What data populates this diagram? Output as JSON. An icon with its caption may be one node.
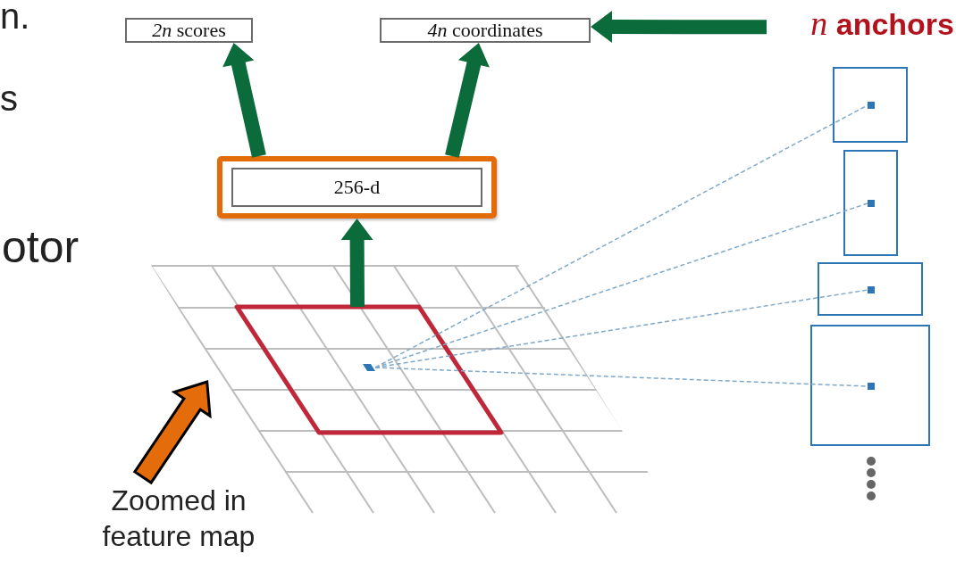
{
  "diagram": {
    "nodes": [
      {
        "text": [
          "*2n* scores"
        ]
      },
      {
        "text": [
          "*4n* coordinates"
        ]
      },
      {
        "text": [
          "*n* anchors"
        ]
      },
      {
        "text": [],
        "shape": "box"
      },
      {
        "text": [
          "256-d"
        ],
        "in": 3
      },
      {
        "text": [],
        "shape": "box"
      },
      {
        "text": [],
        "shape": "box",
        "in": 5
      },
      {
        "text": [],
        "shape": "box"
      },
      {
        "text": [],
        "shape": "box",
        "in": 7
      },
      {
        "text": [],
        "shape": "box"
      },
      {
        "text": [],
        "shape": "box",
        "in": 9
      },
      {
        "text": [],
        "shape": "box"
      },
      {
        "text": [],
        "shape": "box",
        "in": 11
      },
      {
        "text": [],
        "shape": "picture"
      },
      {
        "text": [],
        "shape": "parallelogram",
        "in": 13
      },
      {
        "text": [],
        "shape": "parallelogram",
        "in": 14
      },
      {
        "text": [
          "Zoomed in feature map"
        ]
      }
    ],
    "edges": [
      {
        "from": 3,
        "to": 0,
        "arrow": "to",
        "style": "thick",
        "color": "#0b6b3a"
      },
      {
        "from": 3,
        "to": 1,
        "arrow": "to",
        "style": "thick",
        "color": "#0b6b3a"
      },
      {
        "from": 14,
        "to": 3,
        "arrow": "to",
        "style": "thick",
        "color": "#0b6b3a"
      },
      {
        "from": 2,
        "to": 1,
        "arrow": "to",
        "style": "thick",
        "color": "#0b6b3a"
      },
      {
        "from": 15,
        "to": 6,
        "arrow": "none",
        "style": "dashed",
        "color": "#7fa8c9"
      },
      {
        "from": 15,
        "to": 8,
        "arrow": "none",
        "style": "dashed",
        "color": "#7fa8c9"
      },
      {
        "from": 15,
        "to": 10,
        "arrow": "none",
        "style": "dashed",
        "color": "#7fa8c9"
      },
      {
        "from": 15,
        "to": 12,
        "arrow": "none",
        "style": "dashed",
        "color": "#7fa8c9"
      },
      {
        "from": 16,
        "to": 13,
        "arrow": "to",
        "style": "thick",
        "color": "#e46c0a"
      }
    ],
    "labels": [
      "n.",
      "s",
      "otor"
    ]
  }
}
